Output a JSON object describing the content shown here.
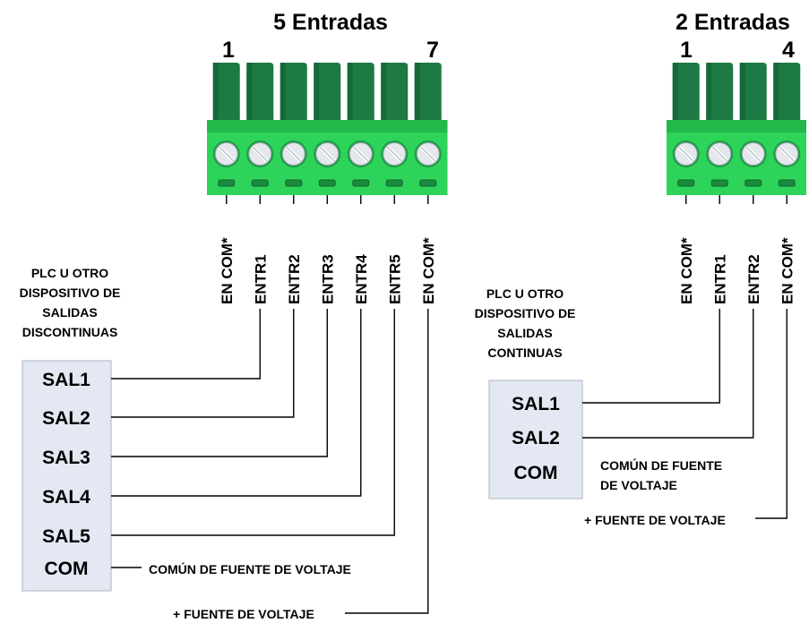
{
  "left": {
    "title": "5 Entradas",
    "pin_first": "1",
    "pin_last": "7",
    "pins": [
      "EN COM*",
      "ENTR1",
      "ENTR2",
      "ENTR3",
      "ENTR4",
      "ENTR5",
      "EN COM*"
    ],
    "plc_desc": [
      "PLC U OTRO",
      "DISPOSITIVO DE",
      "SALIDAS",
      "DISCONTINUAS"
    ],
    "box_labels": [
      "SAL1",
      "SAL2",
      "SAL3",
      "SAL4",
      "SAL5",
      "COM"
    ],
    "com_note": "COMÚN DE FUENTE DE VOLTAJE",
    "supply_note": "+ FUENTE DE VOLTAJE"
  },
  "right": {
    "title": "2 Entradas",
    "pin_first": "1",
    "pin_last": "4",
    "pins": [
      "EN COM*",
      "ENTR1",
      "ENTR2",
      "EN COM*"
    ],
    "plc_desc": [
      "PLC U OTRO",
      "DISPOSITIVO DE",
      "SALIDAS",
      "CONTINUAS"
    ],
    "box_labels": [
      "SAL1",
      "SAL2",
      "COM"
    ],
    "com_note": [
      "COMÚN DE FUENTE",
      "DE VOLTAJE"
    ],
    "supply_note": "+ FUENTE DE VOLTAJE"
  },
  "colors": {
    "tab_dark": "#1e7a44",
    "tab_darker": "#17693a",
    "body_green": "#2ed35a",
    "body_shade": "#22b84a",
    "screw_face": "#e4e8ec",
    "slot_dark": "#1a8a3c",
    "plc_box_fill": "#e3e8f2",
    "plc_box_stroke": "#b7bfcc",
    "wire": "#000000"
  }
}
